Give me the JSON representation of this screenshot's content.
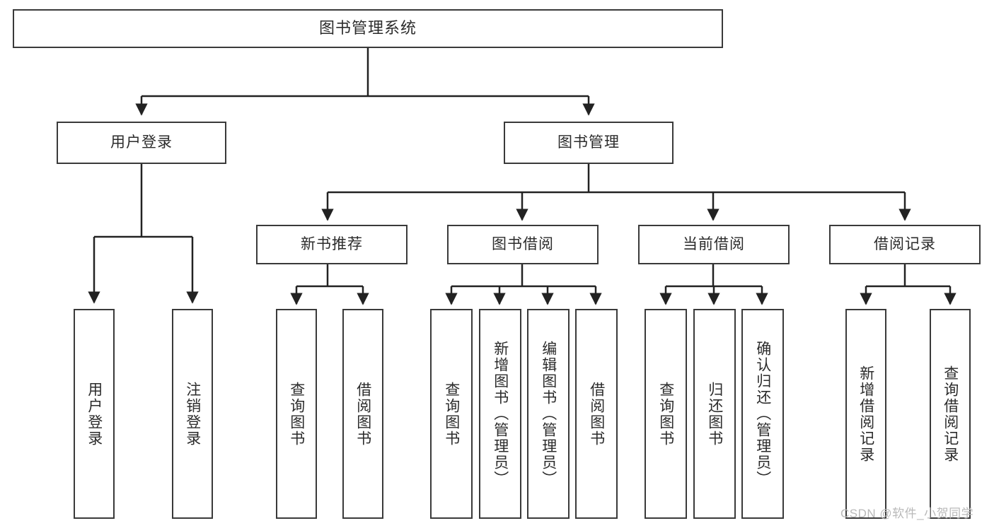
{
  "diagram": {
    "title": "图书管理系统",
    "type": "function-structure-tree",
    "watermark": "CSDN @软件_小贺同学",
    "colors": {
      "background": "#ffffff",
      "border": "#3a3a3a",
      "text": "#2b2b2b",
      "connector": "#222222",
      "watermark": "#b9b9b9"
    }
  },
  "nodes": {
    "root": {
      "label": "图书管理系统"
    },
    "level2": [
      {
        "label": "用户登录"
      },
      {
        "label": "图书管理"
      }
    ],
    "level3": [
      {
        "label": "新书推荐"
      },
      {
        "label": "图书借阅"
      },
      {
        "label": "当前借阅"
      },
      {
        "label": "借阅记录"
      }
    ],
    "leaves": {
      "user_login": [
        {
          "label": "用户登录"
        },
        {
          "label": "注销登录"
        }
      ],
      "new_book_recommend": [
        {
          "label": "查询图书"
        },
        {
          "label": "借阅图书"
        }
      ],
      "book_borrow": [
        {
          "label": "查询图书"
        },
        {
          "label": "新增图书（管理员）"
        },
        {
          "label": "编辑图书（管理员）"
        },
        {
          "label": "借阅图书"
        }
      ],
      "current_borrow": [
        {
          "label": "查询图书"
        },
        {
          "label": "归还图书"
        },
        {
          "label": "确认归还（管理员）"
        }
      ],
      "borrow_record": [
        {
          "label": "新增借阅记录"
        },
        {
          "label": "查询借阅记录"
        }
      ]
    }
  }
}
